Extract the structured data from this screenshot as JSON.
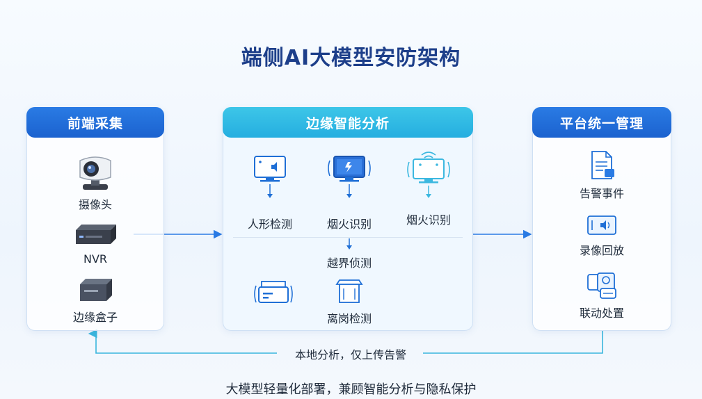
{
  "title": "端侧AI大模型安防架构",
  "left": {
    "header": "前端采集",
    "items": [
      {
        "label": "摄像头",
        "icon": "camera-icon"
      },
      {
        "label": "NVR",
        "icon": "nvr-icon"
      },
      {
        "label": "边缘盒子",
        "icon": "edge-box-icon"
      }
    ]
  },
  "middle": {
    "header": "边缘智能分析",
    "items": [
      {
        "label": "人形检测",
        "icon": "monitor-speaker-icon"
      },
      {
        "label": "烟火识别",
        "icon": "monitor-fire-icon"
      },
      {
        "label": "烟火识别",
        "icon": "monitor-wifi-icon"
      },
      {
        "label": "越界侦测",
        "icon": "arrow-down-icon"
      },
      {
        "label": "离岗检测",
        "icon": "box-icon"
      }
    ]
  },
  "right": {
    "header": "平台统一管理",
    "items": [
      {
        "label": "告警事件",
        "icon": "document-icon"
      },
      {
        "label": "录像回放",
        "icon": "playback-icon"
      },
      {
        "label": "联动处置",
        "icon": "linkage-icon"
      }
    ]
  },
  "feedback_label": "本地分析，仅上传告警",
  "footer": "大模型轻量化部署，兼顾智能分析与隐私保护",
  "colors": {
    "title": "#1d3f8a",
    "header_blue": "#1b62cf",
    "header_cyan": "#25aee0",
    "arrow": "#2a7be4",
    "feedback_line": "#39b6dd"
  }
}
